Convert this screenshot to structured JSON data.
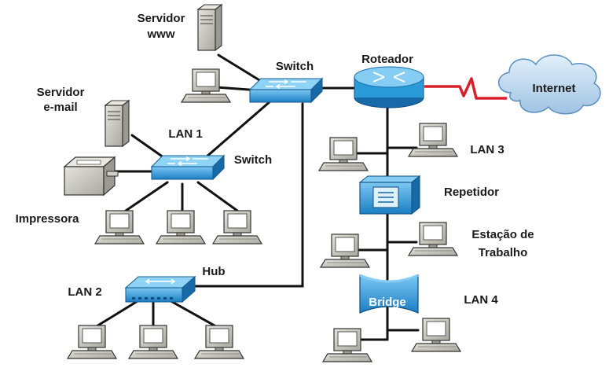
{
  "labels": {
    "servidor_www": [
      "Servidor",
      "www"
    ],
    "servidor_email": [
      "Servidor",
      "e-mail"
    ],
    "switch_top": "Switch",
    "roteador": "Roteador",
    "internet": "Internet",
    "lan1": "LAN 1",
    "switch_lan1": "Switch",
    "impressora": "Impressora",
    "lan3": "LAN 3",
    "repetidor": "Repetidor",
    "estacao": [
      "Estação de",
      "Trabalho"
    ],
    "hub": "Hub",
    "lan2": "LAN 2",
    "bridge": "Bridge",
    "lan4": "LAN 4"
  },
  "colors": {
    "device_blue": "#2a9ad8",
    "device_dark": "#1769a8",
    "cable": "#111111",
    "wan_link": "#d8202a",
    "cloud": "#b9d6ec",
    "computer_gray": "#cfcfc8"
  }
}
